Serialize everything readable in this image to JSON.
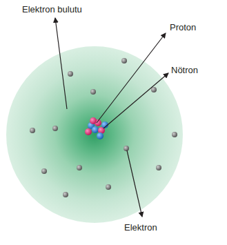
{
  "diagram": {
    "labels": [
      "Elektron bulutu",
      "Proton",
      "Nötron",
      "Elektron"
    ]
  }
}
